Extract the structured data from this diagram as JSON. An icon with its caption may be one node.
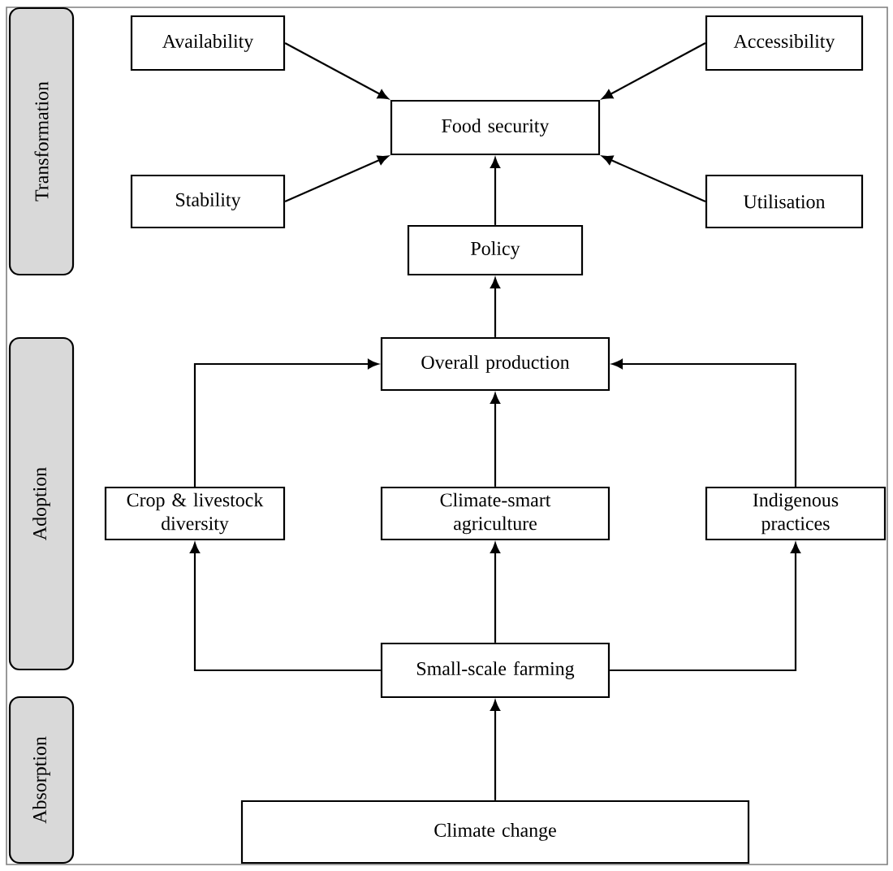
{
  "diagram": {
    "nodes": [
      {
        "text": [
          "Transformation"
        ]
      },
      {
        "text": [
          "Availability"
        ]
      },
      {
        "text": [
          "Accessibility"
        ]
      },
      {
        "text": [
          "Food security"
        ]
      },
      {
        "text": [
          "Stability"
        ]
      },
      {
        "text": [
          "Utilisation"
        ]
      },
      {
        "text": [
          "Policy"
        ]
      },
      {
        "text": [
          "Adoption"
        ]
      },
      {
        "text": [
          "Overall production"
        ]
      },
      {
        "text": [
          "Crop & livestock diversity"
        ]
      },
      {
        "text": [
          "Climate-smart agriculture"
        ]
      },
      {
        "text": [
          "Indigenous practices"
        ]
      },
      {
        "text": [
          "Small-scale farming"
        ]
      },
      {
        "text": [
          "Absorption"
        ]
      },
      {
        "text": [
          "Climate change"
        ]
      }
    ],
    "edges": [
      {
        "from": 1,
        "to": 3,
        "arrow": "to"
      },
      {
        "from": 2,
        "to": 3,
        "arrow": "to"
      },
      {
        "from": 4,
        "to": 3,
        "arrow": "to"
      },
      {
        "from": 5,
        "to": 3,
        "arrow": "to"
      },
      {
        "from": 6,
        "to": 3,
        "arrow": "to"
      },
      {
        "from": 8,
        "to": 6,
        "arrow": "to"
      },
      {
        "from": 9,
        "to": 8,
        "arrow": "to"
      },
      {
        "from": 10,
        "to": 8,
        "arrow": "to"
      },
      {
        "from": 11,
        "to": 8,
        "arrow": "to"
      },
      {
        "from": 12,
        "to": 9,
        "arrow": "to"
      },
      {
        "from": 12,
        "to": 10,
        "arrow": "to"
      },
      {
        "from": 12,
        "to": 11,
        "arrow": "to"
      },
      {
        "from": 14,
        "to": 12,
        "arrow": "to"
      }
    ]
  }
}
